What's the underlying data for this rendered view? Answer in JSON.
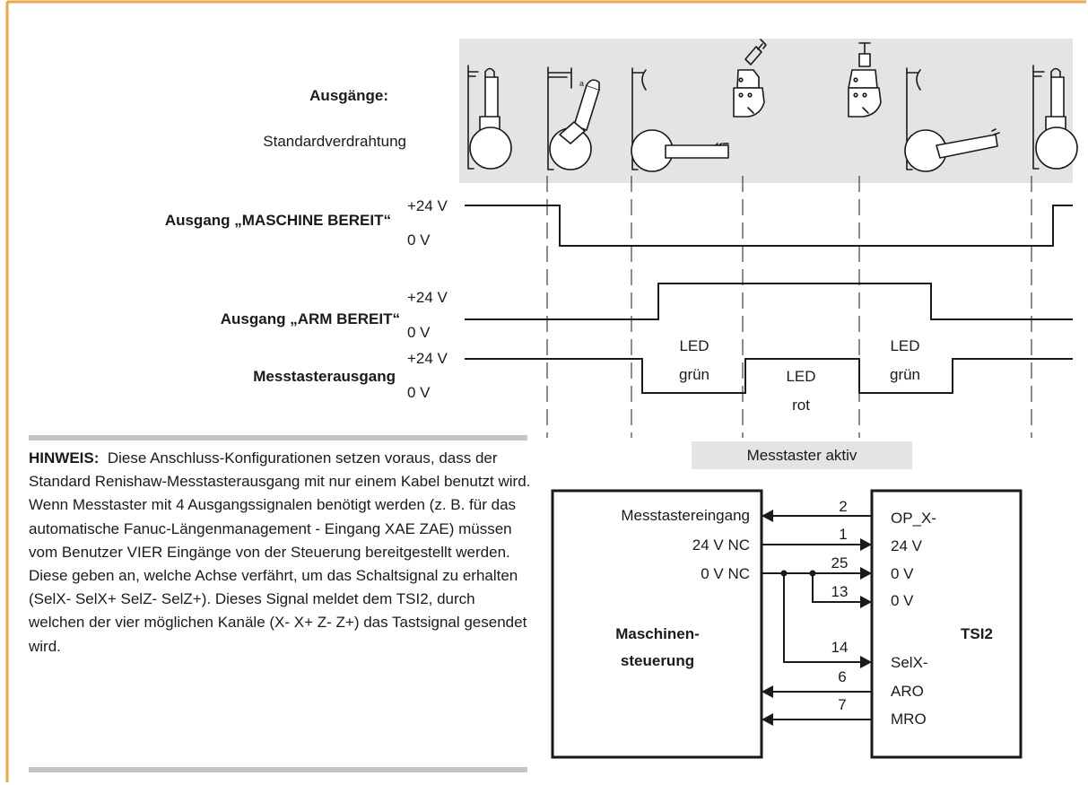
{
  "colors": {
    "frame_orange": "#f0a54b",
    "shade_gray": "#e4e4e4",
    "rule_gray": "#c4c4c4",
    "ink": "#1a1a1a"
  },
  "header": {
    "title": "Ausgänge:",
    "subtitle": "Standardverdrahtung"
  },
  "voltage": {
    "high": "+24 V",
    "low": "0 V"
  },
  "signals": [
    {
      "label": "Ausgang „MASCHINE BEREIT“"
    },
    {
      "label": "Ausgang „ARM BEREIT“"
    },
    {
      "label": "Messtasterausgang"
    }
  ],
  "led_labels": [
    {
      "top": "LED",
      "bottom": "grün"
    },
    {
      "top": "LED",
      "bottom": "rot"
    },
    {
      "top": "LED",
      "bottom": "grün"
    }
  ],
  "probe_active": "Messtaster aktiv",
  "note": {
    "prefix": "HINWEIS:",
    "text": "Diese Anschluss-Konfigurationen setzen voraus, dass der Standard Renishaw-Messtasterausgang mit nur einem Kabel benutzt wird. Wenn Messtaster mit 4 Ausgangssignalen benötigt werden (z. B. für das automatische Fanuc-Längenmanagement - Eingang XAE ZAE) müssen vom Benutzer VIER Eingänge von der Steuerung bereitgestellt werden. Diese geben an, welche Achse verfährt, um das Schaltsignal zu erhalten (SelX- SelX+ SelZ- SelZ+). Dieses Signal meldet dem TSI2, durch welchen der vier möglichen Kanäle (X- X+ Z- Z+) das Tastsignal gesendet wird."
  },
  "wiring": {
    "left_box": {
      "title_line1": "Maschinen-",
      "title_line2": "steuerung",
      "terminals": [
        "Messtastereingang",
        "24 V NC",
        "0 V NC"
      ]
    },
    "right_box": {
      "title": "TSI2",
      "terminals": [
        "OP_X-",
        "24 V",
        "0 V",
        "0 V",
        "SelX-",
        "ARO",
        "MRO"
      ]
    },
    "wires": [
      "2",
      "1",
      "25",
      "13",
      "14",
      "6",
      "7"
    ]
  }
}
